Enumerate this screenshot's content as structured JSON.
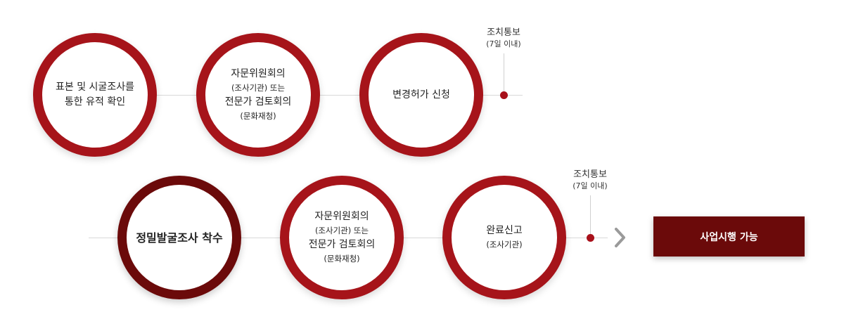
{
  "row1": {
    "step1": {
      "lines": [
        "표본 및 시굴조사를",
        "통한 유적 확인"
      ]
    },
    "step2": {
      "lines": [
        "자문위원회의",
        "(조사기관) 또는",
        "전문가 검토회의",
        "(문화재청)"
      ]
    },
    "step3": {
      "lines": [
        "변경허가 신청"
      ]
    },
    "notice": {
      "title": "조치통보",
      "sub": "(7일 이내)"
    }
  },
  "row2": {
    "step1": {
      "lines": [
        "정밀발굴조사 착수"
      ]
    },
    "step2": {
      "lines": [
        "자문위원회의",
        "(조사기관) 또는",
        "전문가 검토회의",
        "(문화재청)"
      ]
    },
    "step3": {
      "lines": [
        "완료신고",
        "(조사기관)"
      ]
    },
    "notice": {
      "title": "조치통보",
      "sub": "(7일 이내)"
    },
    "result": "사업시행 가능"
  },
  "colors": {
    "ring": "#a6141a",
    "ring_dark": "#6b0a0a",
    "dot": "#a8101a",
    "result_bg": "#6b0a0a"
  },
  "icons": {
    "arrow": "chevron-right-icon"
  }
}
